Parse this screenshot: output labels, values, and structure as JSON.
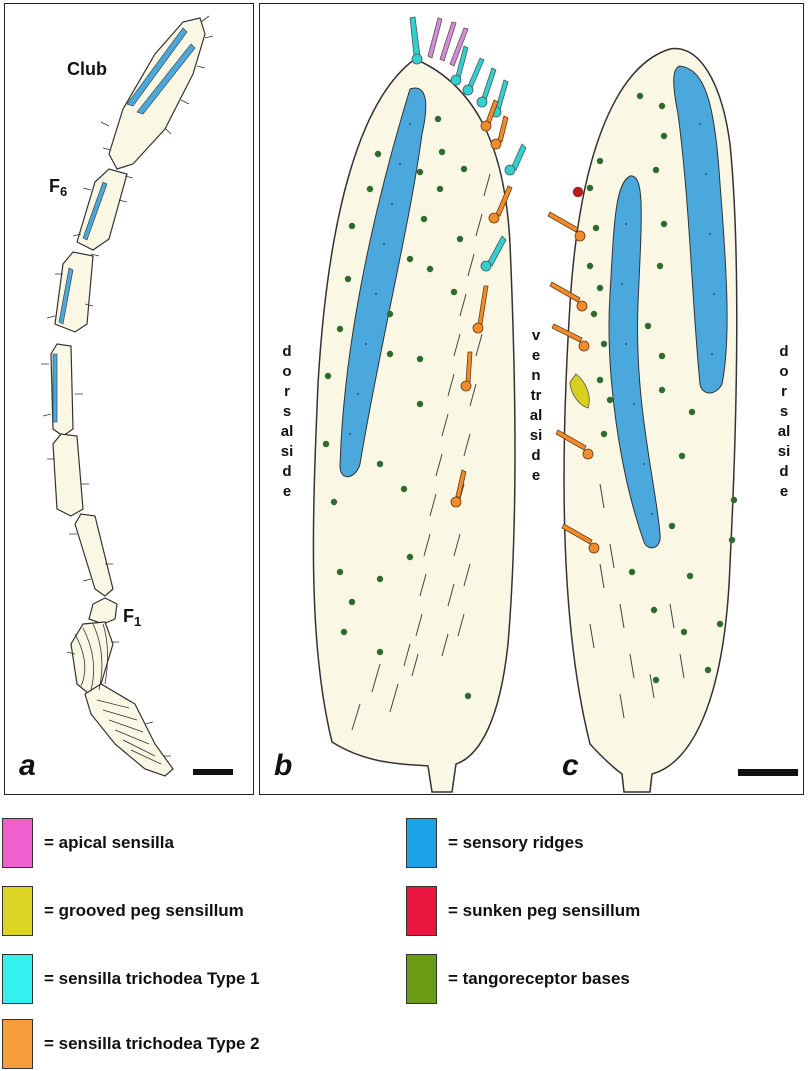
{
  "panels": {
    "a": {
      "letter": "a",
      "labels": {
        "club": "Club",
        "f6_main": "F",
        "f6_sub": "6",
        "f1_main": "F",
        "f1_sub": "1"
      }
    },
    "b": {
      "letter": "b",
      "side_label": "dorsal side"
    },
    "c": {
      "letter": "c",
      "ventral_label": "ventral side",
      "dorsal_label": "dorsal side"
    }
  },
  "legend": [
    {
      "text": "= apical sensilla",
      "color": "#ef5fce"
    },
    {
      "text": "= sensory ridges",
      "color": "#1aa3e6"
    },
    {
      "text": "= grooved peg sensillum",
      "color": "#dcd423"
    },
    {
      "text": "= sunken peg sensillum",
      "color": "#e8153f"
    },
    {
      "text": "= sensilla trichodea Type 1",
      "color": "#35f0f0"
    },
    {
      "text": "= tangoreceptor bases",
      "color": "#6b9a13"
    },
    {
      "text": "= sensilla trichodea Type 2",
      "color": "#f79c3b"
    }
  ],
  "colors": {
    "segment_fill": "#faf7e4",
    "ridge": "#4aa8dc",
    "dot": "#2e6b2e",
    "trichodea1": "#2fd0d0",
    "trichodea2": "#f08c2c",
    "apical": "#d88ad8",
    "grooved_peg": "#d8d020",
    "sunken_peg": "#c01818"
  }
}
